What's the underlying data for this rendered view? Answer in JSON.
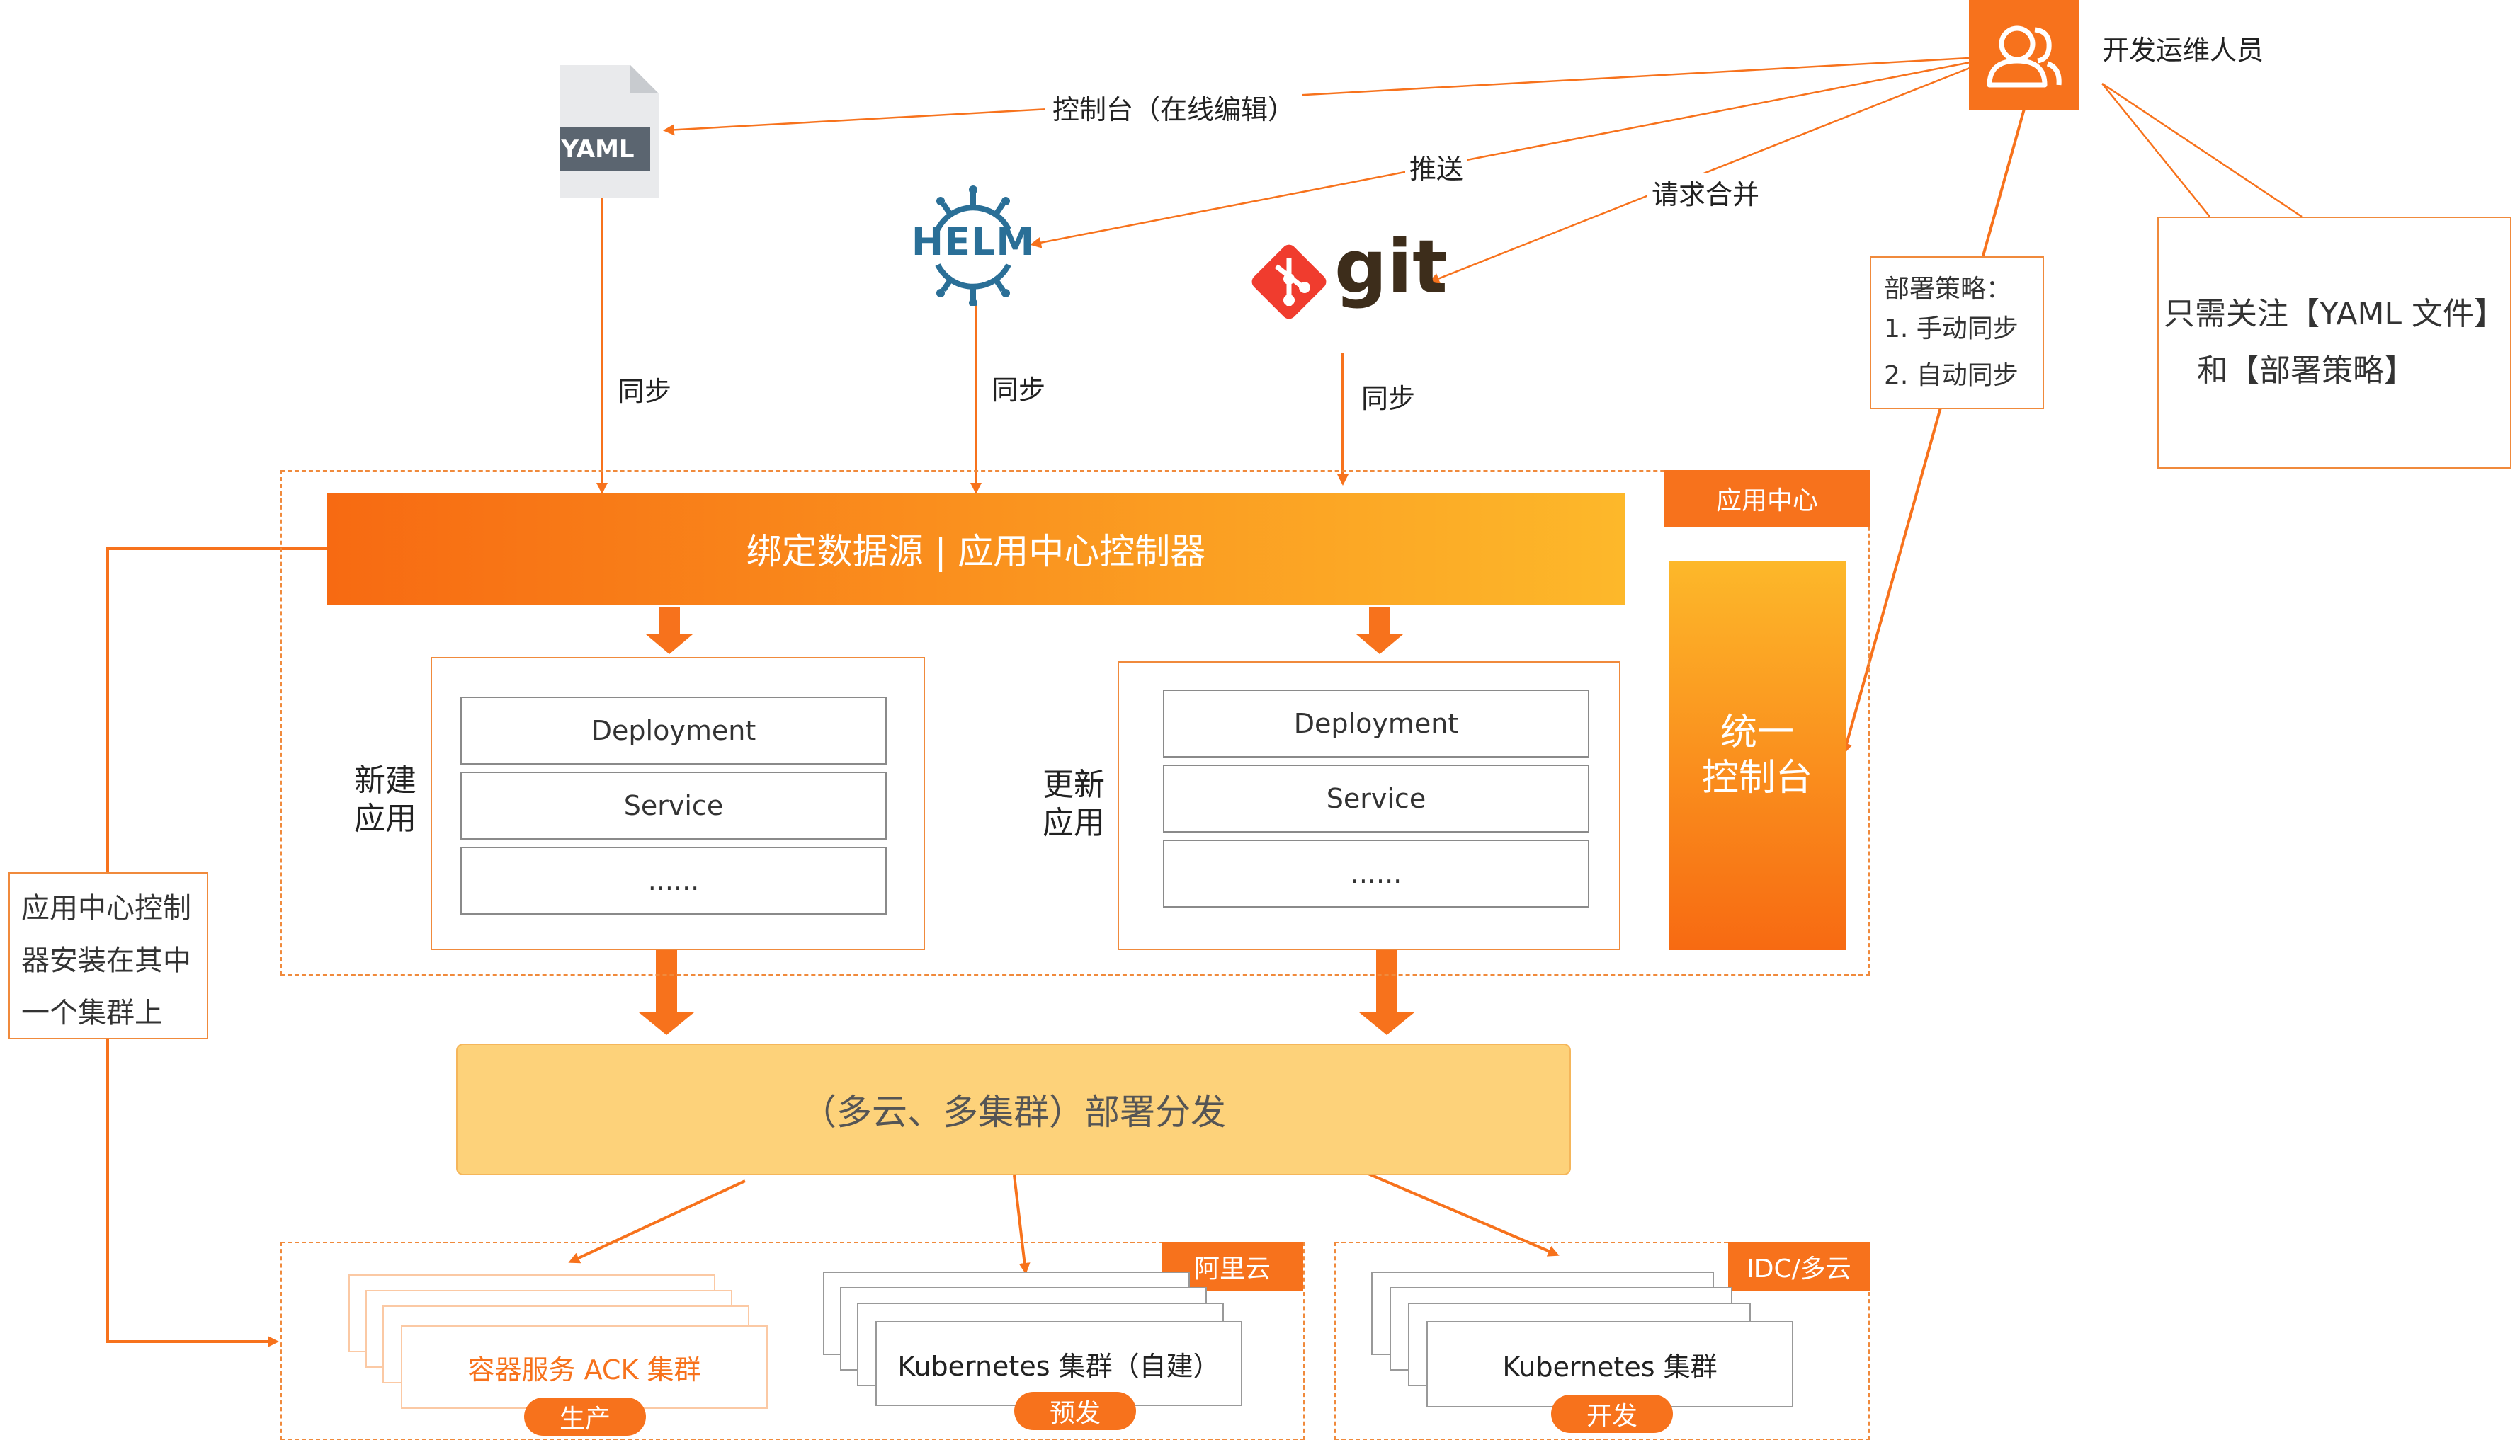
{
  "people": {
    "label": "开发运维人员"
  },
  "sources": {
    "yaml": "YAML",
    "helm": "HELM",
    "git": "git"
  },
  "edges": {
    "console_edit": "控制台（在线编辑）",
    "push": "推送",
    "merge_request": "请求合并",
    "sync_yaml": "同步",
    "sync_helm": "同步",
    "sync_git": "同步"
  },
  "deploy_policy": {
    "title": "部署策略：",
    "items": [
      "1.  手动同步",
      "2.  自动同步"
    ]
  },
  "focus_note": {
    "line1": "只需关注【YAML 文件】",
    "line2": "和【部署策略】"
  },
  "app_center": {
    "tag": "应用中心",
    "controller_bar": "绑定数据源 | 应用中心控制器",
    "console": {
      "line1": "统一",
      "line2": "控制台"
    },
    "new_app": {
      "line1": "新建",
      "line2": "应用",
      "rows": [
        "Deployment",
        "Service",
        "......"
      ]
    },
    "update_app": {
      "line1": "更新",
      "line2": "应用",
      "rows": [
        "Deployment",
        "Service",
        "......"
      ]
    }
  },
  "install_note": {
    "lines": [
      "应用中心控制",
      "器安装在其中",
      "一个集群上"
    ]
  },
  "distribution": "（多云、多集群）部署分发",
  "clusters": {
    "aliyun_tag": "阿里云",
    "idc_tag": "IDC/多云",
    "ack": {
      "label": "容器服务 ACK 集群",
      "env": "生产"
    },
    "k8s_self": {
      "label": "Kubernetes 集群（自建）",
      "env": "预发"
    },
    "k8s": {
      "label": "Kubernetes 集群",
      "env": "开发"
    }
  },
  "colors": {
    "accent": "#f7721c",
    "accent_light": "#fdd27a",
    "gradient_start": "#f76a12",
    "gradient_end": "#fdb82a",
    "helm_blue": "#2a6f97",
    "git_red": "#f03c2e"
  }
}
